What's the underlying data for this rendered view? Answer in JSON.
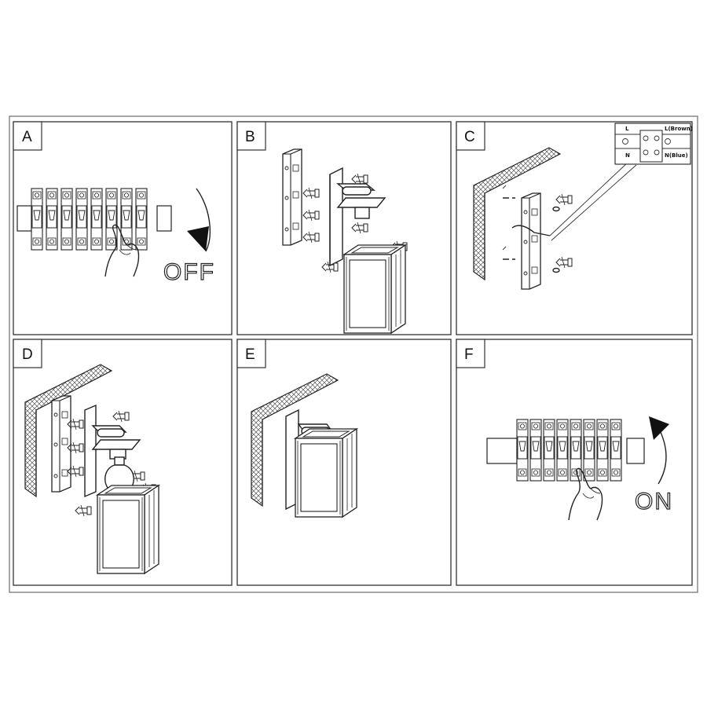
{
  "steps": [
    {
      "letter": "A",
      "text": "OFF"
    },
    {
      "letter": "B"
    },
    {
      "letter": "C",
      "terminal": {
        "l": "L",
        "brown": "L(Brown)",
        "n": "N",
        "blue": "N(Blue)"
      }
    },
    {
      "letter": "D"
    },
    {
      "letter": "E"
    },
    {
      "letter": "F",
      "text": "ON"
    }
  ]
}
